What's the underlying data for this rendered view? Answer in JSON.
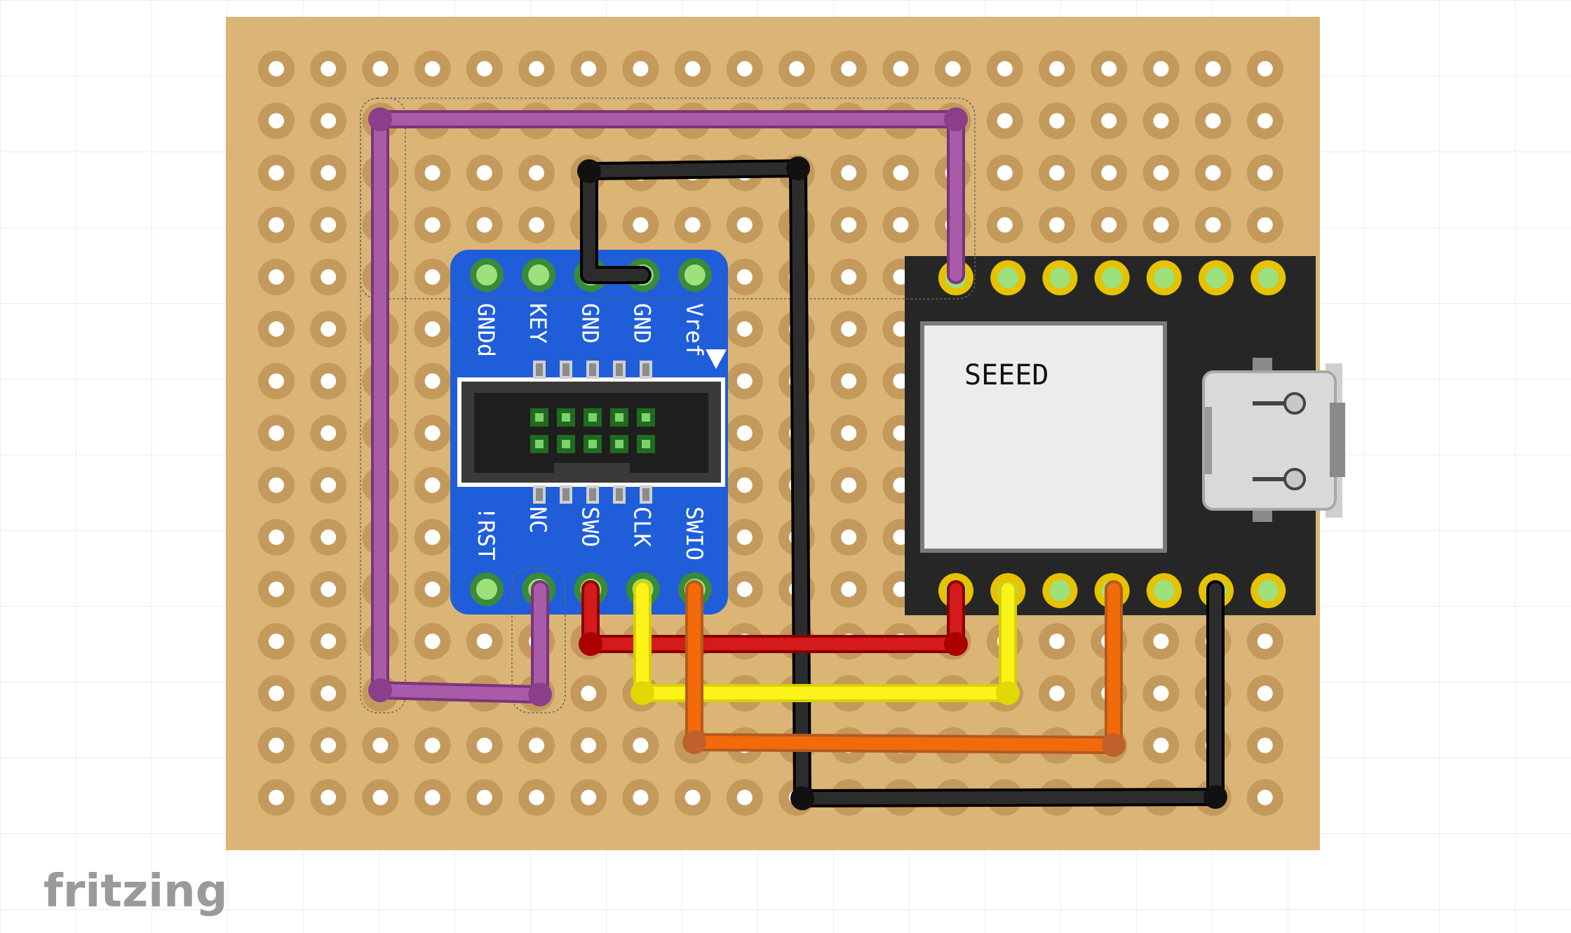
{
  "app": {
    "watermark": "fritzing"
  },
  "colors": {
    "grid_line": "#eeeeee",
    "board": "#dbb576",
    "hole_ring": "#c49a5c",
    "hole_center": "#ffffff",
    "breakout_board": "#1f5ed8",
    "mcu_board": "#262626",
    "mcu_shield": "#e6e6e6",
    "pin_green": "#9ee07a",
    "pin_ring": "#e6c200",
    "wire_purple": "#9b4f9b",
    "wire_black": "#222222",
    "wire_red": "#c81414",
    "wire_yellow": "#f5ed00",
    "wire_orange": "#f06400"
  },
  "breakout": {
    "top_pin_labels": [
      "GNDd",
      "KEY",
      "GND",
      "GND",
      "Vref"
    ],
    "bottom_pin_labels": [
      "!RST",
      "NC",
      "SWO",
      "CLK",
      "SWIO"
    ]
  },
  "mcu": {
    "label": "SEEED"
  },
  "wires": [
    {
      "name": "wire-purple-top",
      "color": "purple"
    },
    {
      "name": "wire-purple-left",
      "color": "purple"
    },
    {
      "name": "wire-purple-bottom",
      "color": "purple"
    },
    {
      "name": "wire-black-gnd",
      "color": "black"
    },
    {
      "name": "wire-red",
      "color": "red"
    },
    {
      "name": "wire-yellow",
      "color": "yellow"
    },
    {
      "name": "wire-orange",
      "color": "orange"
    },
    {
      "name": "wire-black-long",
      "color": "black"
    }
  ]
}
